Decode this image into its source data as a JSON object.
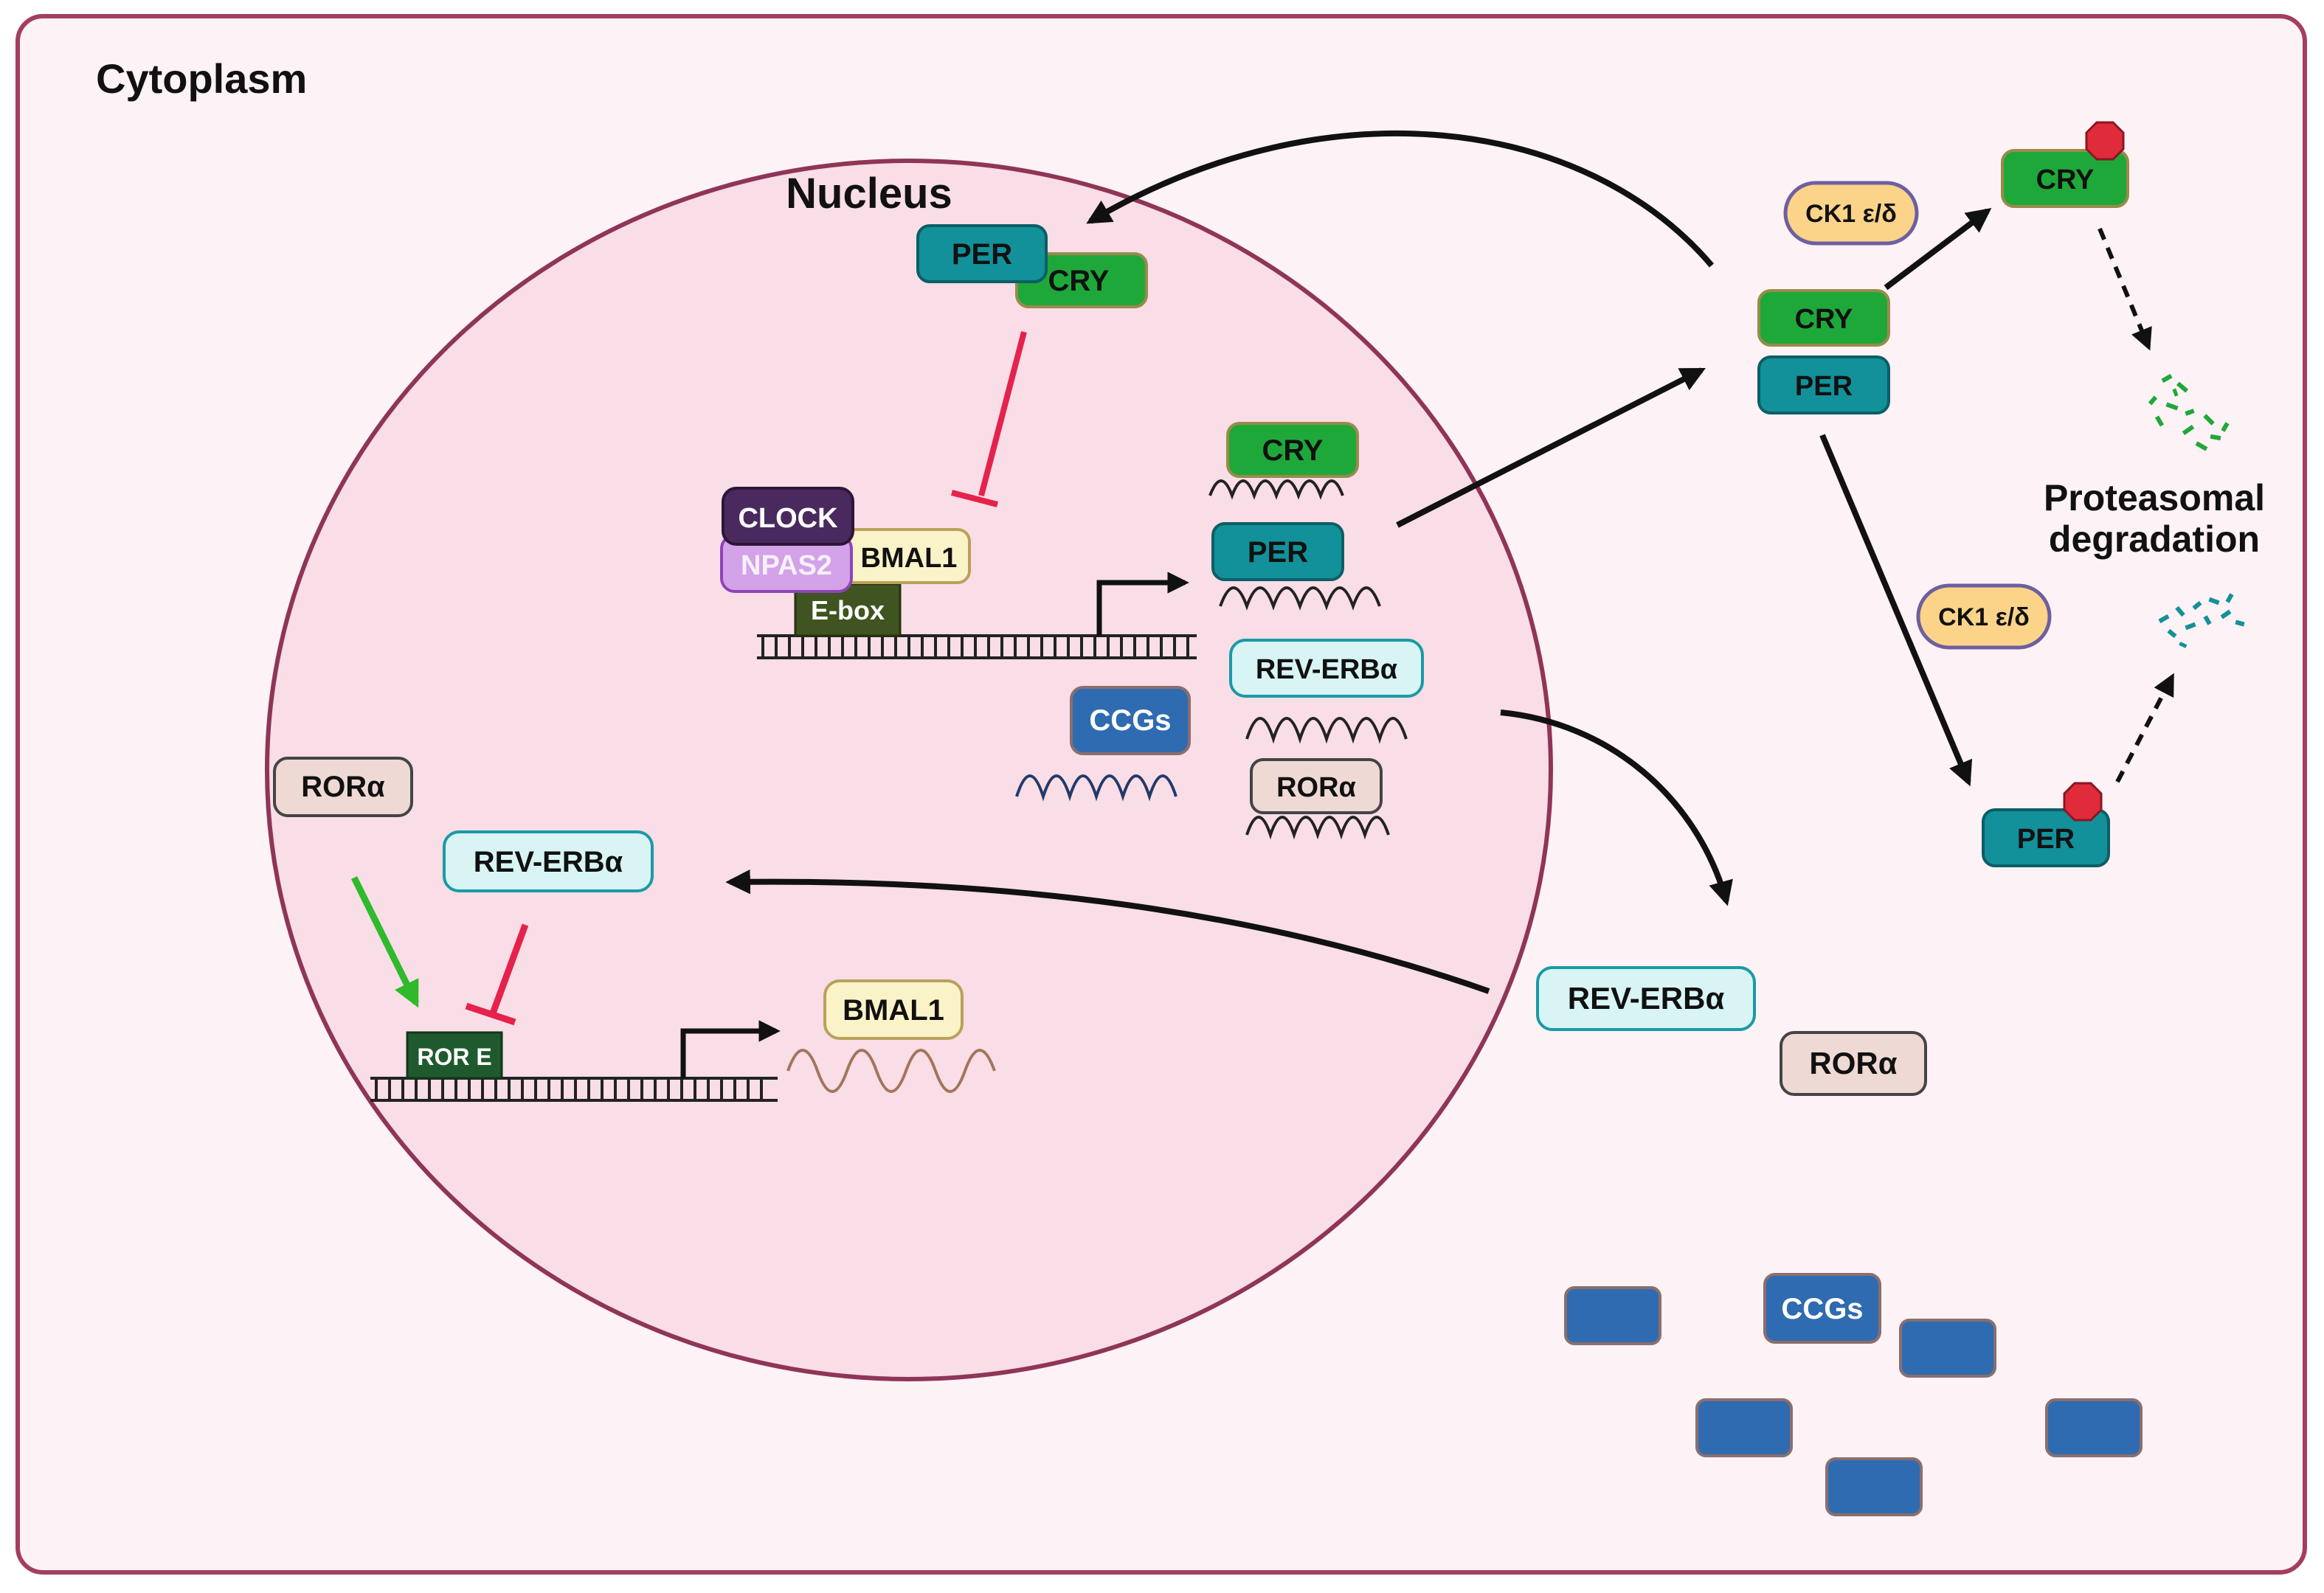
{
  "labels": {
    "cytoplasm": "Cytoplasm",
    "nucleus": "Nucleus",
    "proteasomal_1": "Proteasomal",
    "proteasomal_2": "degradation"
  },
  "proteins": {
    "per": "PER",
    "cry": "CRY",
    "clock": "CLOCK",
    "npas2": "NPAS2",
    "bmal1": "BMAL1",
    "ebox": "E-box",
    "ccgs": "CCGs",
    "rev_erba": "REV-ERBα",
    "rora": "RORα",
    "ror_e": "ROR E",
    "ck1": "CK1 ε/δ"
  },
  "colors": {
    "cytoplasm_fill": "#fdf2f5",
    "cytoplasm_border": "#a33e5f",
    "nucleus_fill": "#f9dde7",
    "nucleus_border": "#8f3557",
    "per": "#12919a",
    "cry": "#1fa83a",
    "clock": "#4a2a5e",
    "npas2": "#d3a2e8",
    "bmal1": "#fbf3c8",
    "ebox": "#3f5420",
    "ccgs": "#2f6bb0",
    "rev_erba": "#d8f4f5",
    "rora": "#efd9d4",
    "ror_e": "#1f5a2e",
    "ck1": "#fbd489",
    "inhibit": "#e5224b",
    "activate": "#2fba2c",
    "degrade_marker": "#e02b3a"
  },
  "icons": {
    "degradation_marker": "red-octagon-icon",
    "degraded_fragments": "fragment-cluster-icon"
  }
}
